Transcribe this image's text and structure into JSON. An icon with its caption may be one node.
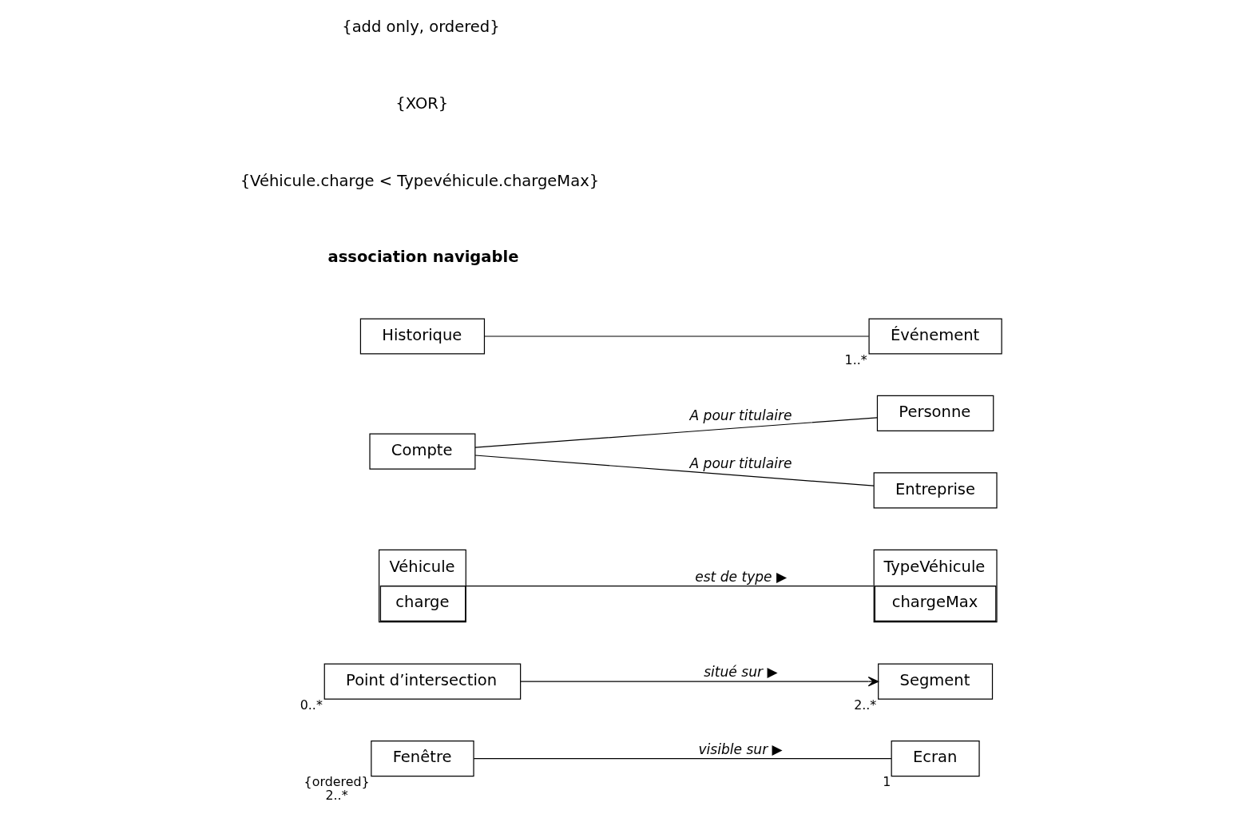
{
  "diagram": {
    "nodes": [
      {
        "text": [
          "Fenêtre"
        ],
        "beside": [
          "{ordered}",
          "2..*"
        ]
      },
      {
        "text": [
          "Ecran"
        ],
        "beside": [
          "1"
        ]
      },
      {
        "text": [
          "Point d’intersection"
        ],
        "beside": [
          "0..*"
        ]
      },
      {
        "text": [
          "Segment"
        ],
        "beside": [
          "2..*"
        ]
      },
      {
        "text": [
          "Véhicule",
          "charge"
        ]
      },
      {
        "text": [
          "TypeVéhicule",
          "chargeMax"
        ]
      },
      {
        "text": [
          "Compte"
        ]
      },
      {
        "text": [
          "Personne"
        ]
      },
      {
        "text": [
          "Entreprise"
        ]
      },
      {
        "text": [
          "Historique"
        ]
      },
      {
        "text": [
          "Événement"
        ],
        "beside": [
          "1..*"
        ]
      }
    ],
    "edges": [
      {
        "from": 0,
        "to": 1,
        "arrow": "none",
        "label": "visible sur ▶"
      },
      {
        "from": 2,
        "to": 3,
        "arrow": "to",
        "label": "situé sur ▶"
      },
      {
        "from": 4,
        "to": 5,
        "arrow": "none",
        "label": "est de type ▶"
      },
      {
        "from": 6,
        "to": 7,
        "arrow": "none",
        "label": "A pour titulaire"
      },
      {
        "from": 6,
        "to": 8,
        "arrow": "none",
        "label": "A pour titulaire"
      },
      {
        "from": 9,
        "to": 10,
        "arrow": "none"
      }
    ],
    "labels": [
      "association navigable",
      "{Véhicule.charge < Typevéhicule.chargeMax}",
      "{XOR}",
      "{add only, ordered}"
    ]
  }
}
